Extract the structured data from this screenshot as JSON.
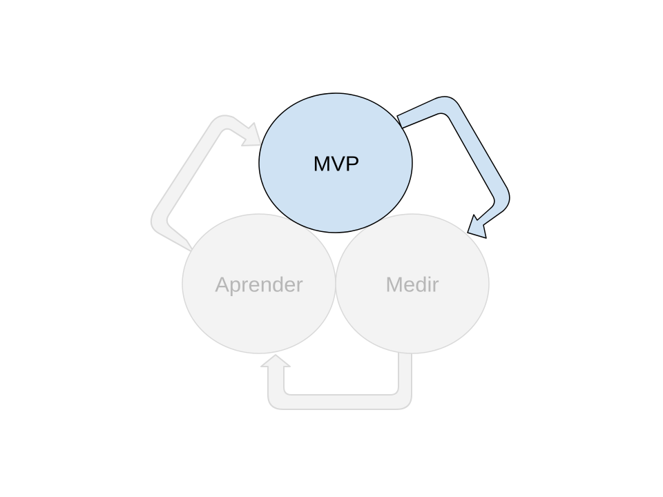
{
  "nodes": {
    "mvp": {
      "label": "MVP",
      "state": "active"
    },
    "medir": {
      "label": "Medir",
      "state": "inactive"
    },
    "aprender": {
      "label": "Aprender",
      "state": "inactive"
    }
  },
  "arrows": [
    {
      "from": "MVP",
      "to": "Medir",
      "state": "active"
    },
    {
      "from": "Medir",
      "to": "Aprender",
      "state": "inactive"
    },
    {
      "from": "Aprender",
      "to": "MVP",
      "state": "inactive"
    }
  ],
  "colors": {
    "active_fill": "#cfe2f3",
    "active_stroke": "#000000",
    "active_text": "#000000",
    "inactive_fill": "#f3f3f3",
    "inactive_stroke": "#d9d9d9",
    "inactive_text": "#b7b7b7"
  }
}
